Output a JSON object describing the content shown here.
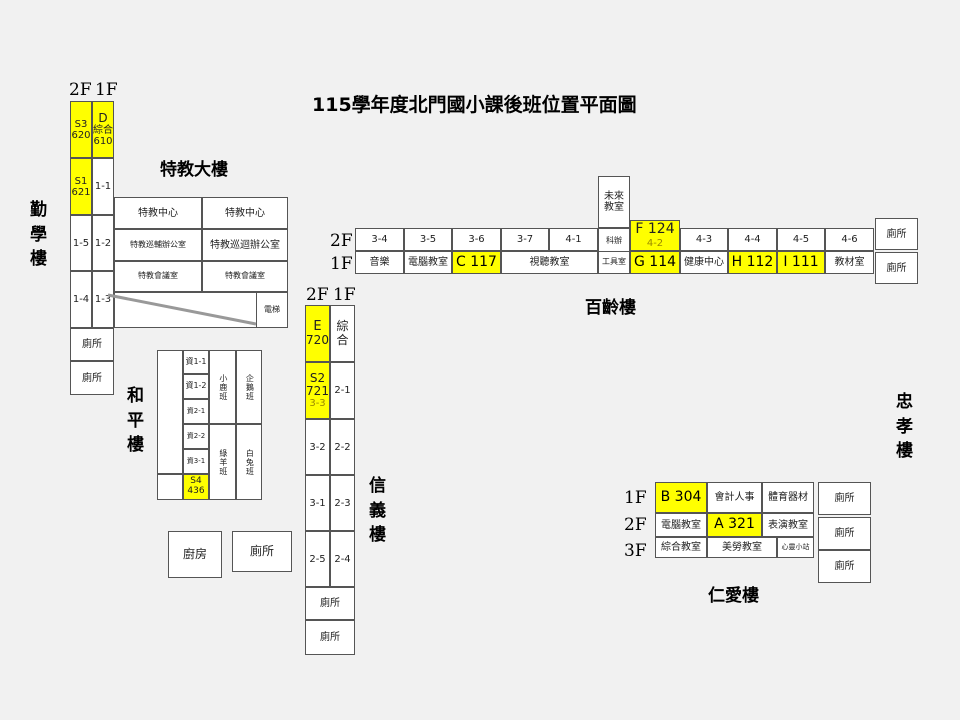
{
  "title": "115學年度北門國小課後班位置平面圖",
  "buildings": {
    "qinxue": {
      "name_chars": [
        "勤",
        "學",
        "樓"
      ],
      "floors": [
        "2F",
        "1F"
      ],
      "s3": {
        "code": "S3",
        "num": "620"
      },
      "d": {
        "code": "D",
        "name": "綜合",
        "num": "610"
      },
      "s1": {
        "code": "S1",
        "num": "621"
      },
      "r1_1": "1-1",
      "r1_5": "1-5",
      "r1_2": "1-2",
      "r1_4": "1-4",
      "r1_3": "1-3",
      "toilet1": "廁所",
      "toilet2": "廁所"
    },
    "special": {
      "name": "特教大樓",
      "r1": "特教中心",
      "r2": "特教中心",
      "r3": "特教巡輔辦公室",
      "r4": "特教巡迴辦公室",
      "r5": "特教會議室",
      "r6": "特教會議室",
      "elevator": "電梯"
    },
    "heping": {
      "name_chars": [
        "和",
        "平",
        "樓"
      ],
      "z1_1": "資1-1",
      "z1_2": "資1-2",
      "z2_1": "資2-1",
      "z2_2": "資2-2",
      "z3_1": "資3-1",
      "s4": {
        "code": "S4",
        "num": "436"
      },
      "xiaolu": "小鹿班",
      "qie": "企鵝班",
      "xujie": "綠羊班",
      "baitu": "白兔班",
      "kitchen": "廚房",
      "toilet": "廁所"
    },
    "xinyi": {
      "name_chars": [
        "信",
        "義",
        "樓"
      ],
      "floors": [
        "2F",
        "1F"
      ],
      "e": {
        "code": "E",
        "num": "720"
      },
      "zonghe": "綜合",
      "s2": {
        "code": "S2",
        "num": "721",
        "sub": "3-3"
      },
      "r2_1": "2-1",
      "r3_2": "3-2",
      "r2_2": "2-2",
      "r3_1": "3-1",
      "r2_3": "2-3",
      "r2_5": "2-5",
      "r2_4": "2-4",
      "toilet1": "廁所",
      "toilet2": "廁所"
    },
    "bailing": {
      "name": "百齡樓",
      "floors": [
        "2F",
        "1F"
      ],
      "future": "未來教室",
      "top": [
        "3-4",
        "3-5",
        "3-6",
        "3-7",
        "4-1",
        "科辦"
      ],
      "f": {
        "code": "F",
        "num": "124",
        "sub": "4-2"
      },
      "top_right": [
        "4-3",
        "4-4",
        "4-5",
        "4-6"
      ],
      "bottom": {
        "music": "音樂",
        "computer": "電腦教室",
        "c": "C 117",
        "av": "視聽教室",
        "tools": "工具室",
        "g": "G 114",
        "health": "健康中心",
        "h": "H 112",
        "i": "I 111",
        "materials": "教材室"
      },
      "toilet_top": "廁所",
      "toilet_bottom": "廁所"
    },
    "zhongxiao": {
      "name_chars": [
        "忠",
        "孝",
        "樓"
      ]
    },
    "renai": {
      "name": "仁愛樓",
      "floors": [
        "1F",
        "2F",
        "3F"
      ],
      "b": "B 304",
      "accounting": "會計人事",
      "sports": "體育器材",
      "computer": "電腦教室",
      "a": "A 321",
      "perform": "表演教室",
      "comprehensive": "綜合教室",
      "art": "美勞教室",
      "counsel": "心靈小站",
      "toilet1": "廁所",
      "toilet2": "廁所",
      "toilet3": "廁所"
    }
  },
  "colors": {
    "highlight": "#ffff00",
    "background": "#f1f1f1",
    "border": "#555555"
  }
}
